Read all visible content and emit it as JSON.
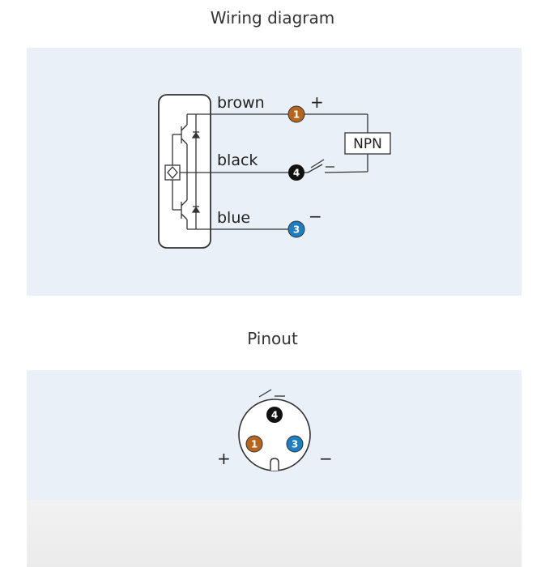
{
  "wiring": {
    "title": "Wiring diagram",
    "wires": [
      {
        "label": "brown",
        "pin": "1",
        "sign": "+"
      },
      {
        "label": "black",
        "pin": "4"
      },
      {
        "label": "blue",
        "pin": "3",
        "sign": "−"
      }
    ],
    "load_label": "NPN"
  },
  "pinout": {
    "title": "Pinout",
    "pins": [
      {
        "pin": "4"
      },
      {
        "pin": "1",
        "sign": "+"
      },
      {
        "pin": "3",
        "sign": "−"
      }
    ]
  },
  "colors": {
    "panel_bg": "#e9f0f8",
    "brown": "#b5651d",
    "black": "#111111",
    "blue": "#1d7fc0"
  }
}
